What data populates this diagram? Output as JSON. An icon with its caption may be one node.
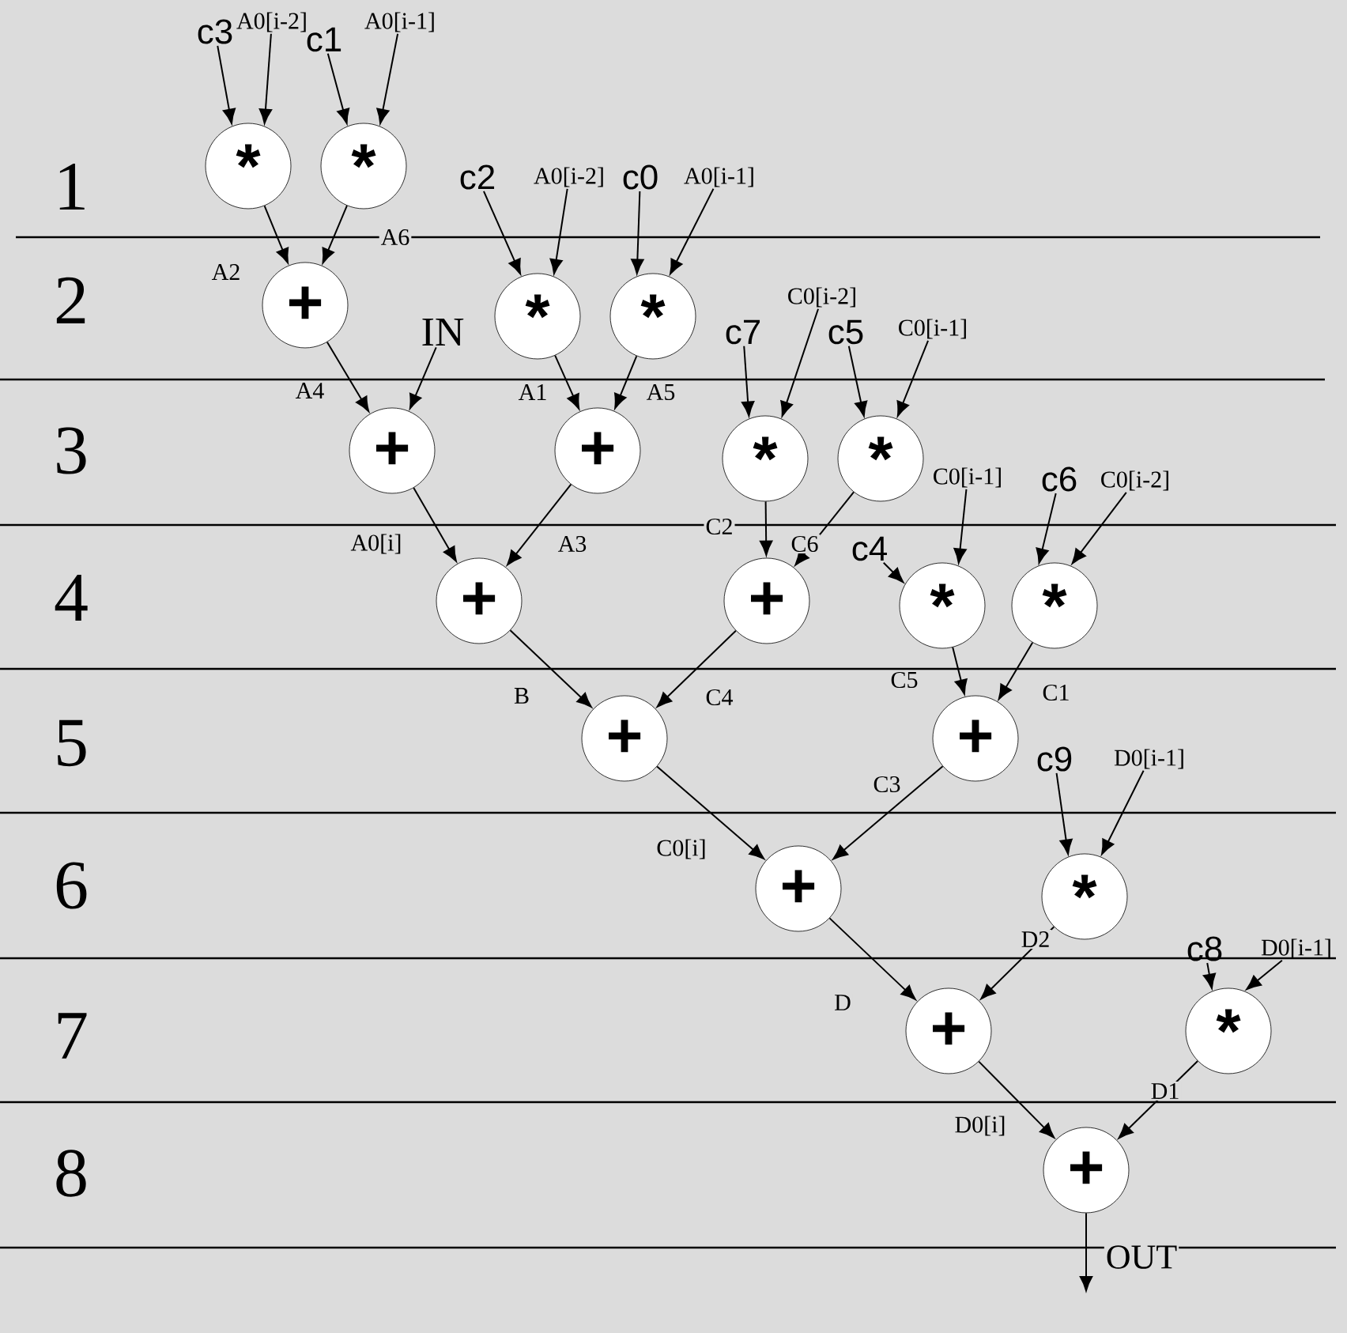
{
  "diagram": {
    "nodes": [
      {
        "text": [
          "c3"
        ]
      },
      {
        "text": [
          "A0[i-2]"
        ]
      },
      {
        "text": [
          "c1"
        ]
      },
      {
        "text": [
          "A0[i-1]"
        ]
      },
      {
        "text": [
          "*"
        ]
      },
      {
        "text": [
          "*"
        ]
      },
      {
        "text": [
          "c2"
        ]
      },
      {
        "text": [
          "A0[i-2]"
        ]
      },
      {
        "text": [
          "c0"
        ]
      },
      {
        "text": [
          "A0[i-1]"
        ]
      },
      {
        "text": [
          "+"
        ]
      },
      {
        "text": [
          "IN"
        ]
      },
      {
        "text": [
          "*"
        ]
      },
      {
        "text": [
          "*"
        ]
      },
      {
        "text": [
          "C0[i-2]"
        ]
      },
      {
        "text": [
          "c7"
        ]
      },
      {
        "text": [
          "c5"
        ]
      },
      {
        "text": [
          "C0[i-1]"
        ]
      },
      {
        "text": [
          "+"
        ]
      },
      {
        "text": [
          "+"
        ]
      },
      {
        "text": [
          "*"
        ]
      },
      {
        "text": [
          "*"
        ]
      },
      {
        "text": [
          "C0[i-1]"
        ]
      },
      {
        "text": [
          "c6"
        ]
      },
      {
        "text": [
          "C0[i-2]"
        ]
      },
      {
        "text": [
          "c4"
        ]
      },
      {
        "text": [
          "+"
        ]
      },
      {
        "text": [
          "+"
        ]
      },
      {
        "text": [
          "*"
        ]
      },
      {
        "text": [
          "*"
        ]
      },
      {
        "text": [
          "+"
        ]
      },
      {
        "text": [
          "+"
        ]
      },
      {
        "text": [
          "c9"
        ]
      },
      {
        "text": [
          "D0[i-1]"
        ]
      },
      {
        "text": [
          "+"
        ]
      },
      {
        "text": [
          "*"
        ]
      },
      {
        "text": [
          "c8"
        ]
      },
      {
        "text": [
          "D0[i-1]"
        ]
      },
      {
        "text": [
          "+"
        ]
      },
      {
        "text": [
          "*"
        ]
      },
      {
        "text": [
          "+"
        ]
      }
    ],
    "edges": [
      {
        "from": 0,
        "to": 4,
        "arrow": "to"
      },
      {
        "from": 1,
        "to": 4,
        "arrow": "to"
      },
      {
        "from": 2,
        "to": 5,
        "arrow": "to"
      },
      {
        "from": 3,
        "to": 5,
        "arrow": "to"
      },
      {
        "from": 4,
        "to": 10,
        "arrow": "to",
        "label": "A2"
      },
      {
        "from": 5,
        "to": 10,
        "arrow": "to",
        "label": "A6"
      },
      {
        "from": 6,
        "to": 12,
        "arrow": "to"
      },
      {
        "from": 7,
        "to": 12,
        "arrow": "to"
      },
      {
        "from": 8,
        "to": 13,
        "arrow": "to"
      },
      {
        "from": 9,
        "to": 13,
        "arrow": "to"
      },
      {
        "from": 10,
        "to": 18,
        "arrow": "to",
        "label": "A4"
      },
      {
        "from": 11,
        "to": 18,
        "arrow": "to"
      },
      {
        "from": 12,
        "to": 19,
        "arrow": "to",
        "label": "A1"
      },
      {
        "from": 13,
        "to": 19,
        "arrow": "to",
        "label": "A5"
      },
      {
        "from": 15,
        "to": 20,
        "arrow": "to"
      },
      {
        "from": 14,
        "to": 20,
        "arrow": "to"
      },
      {
        "from": 16,
        "to": 21,
        "arrow": "to"
      },
      {
        "from": 17,
        "to": 21,
        "arrow": "to"
      },
      {
        "from": 18,
        "to": 26,
        "arrow": "to",
        "label": "A0[i]"
      },
      {
        "from": 19,
        "to": 26,
        "arrow": "to",
        "label": "A3"
      },
      {
        "from": 20,
        "to": 27,
        "arrow": "to",
        "label": "C2"
      },
      {
        "from": 21,
        "to": 27,
        "arrow": "to",
        "label": "C6"
      },
      {
        "from": 25,
        "to": 28,
        "arrow": "to"
      },
      {
        "from": 22,
        "to": 28,
        "arrow": "to"
      },
      {
        "from": 23,
        "to": 29,
        "arrow": "to"
      },
      {
        "from": 24,
        "to": 29,
        "arrow": "to"
      },
      {
        "from": 28,
        "to": 31,
        "arrow": "to",
        "label": "C5"
      },
      {
        "from": 29,
        "to": 31,
        "arrow": "to",
        "label": "C1"
      },
      {
        "from": 26,
        "to": 30,
        "arrow": "to",
        "label": "B"
      },
      {
        "from": 27,
        "to": 30,
        "arrow": "to",
        "label": "C4"
      },
      {
        "from": 30,
        "to": 34,
        "arrow": "to",
        "label": "C0[i]"
      },
      {
        "from": 31,
        "to": 34,
        "arrow": "to",
        "label": "C3"
      },
      {
        "from": 32,
        "to": 35,
        "arrow": "to"
      },
      {
        "from": 33,
        "to": 35,
        "arrow": "to"
      },
      {
        "from": 34,
        "to": 38,
        "arrow": "to",
        "label": "D"
      },
      {
        "from": 35,
        "to": 38,
        "arrow": "to",
        "label": "D2"
      },
      {
        "from": 36,
        "to": 39,
        "arrow": "to"
      },
      {
        "from": 37,
        "to": 39,
        "arrow": "to"
      },
      {
        "from": 38,
        "to": 40,
        "arrow": "to",
        "label": "D0[i]"
      },
      {
        "from": 39,
        "to": 40,
        "arrow": "to",
        "label": "D1"
      },
      {
        "from": 40,
        "to": null,
        "arrow": "to",
        "label": "OUT"
      }
    ],
    "labels": [
      "1",
      "2",
      "3",
      "4",
      "5",
      "6",
      "7",
      "8"
    ]
  }
}
